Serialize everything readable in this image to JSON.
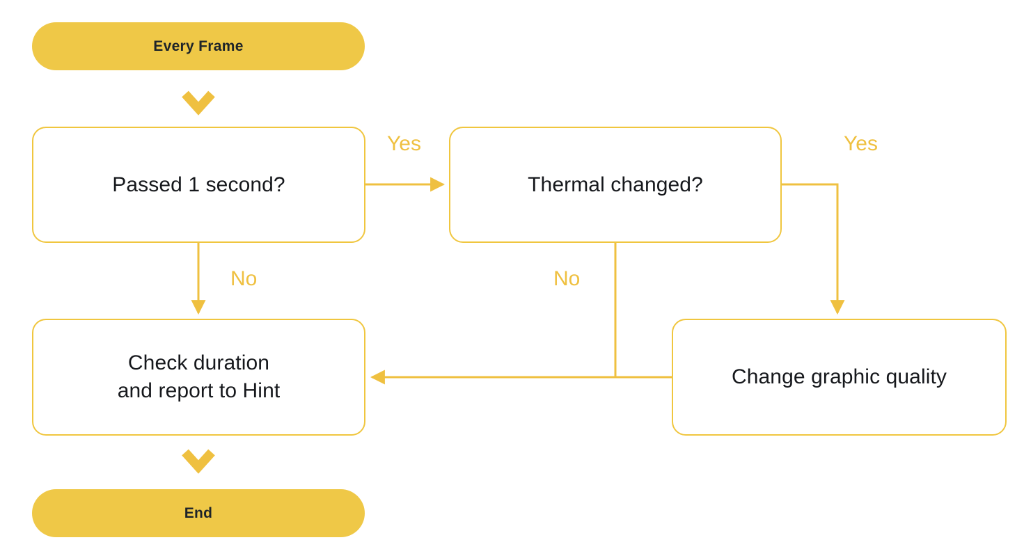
{
  "diagram": {
    "title": "Every Frame thermal-check flowchart",
    "colors": {
      "accent": "#EFC847",
      "border": "#F0C63F",
      "edge": "#EFC040",
      "text_dark": "#16181C",
      "background": "#FFFFFF"
    },
    "nodes": [
      {
        "id": "every-frame",
        "shape": "terminal",
        "label": "Every Frame"
      },
      {
        "id": "passed",
        "shape": "process",
        "label": "Passed 1 second?"
      },
      {
        "id": "thermal",
        "shape": "process",
        "label": "Thermal changed?"
      },
      {
        "id": "check",
        "shape": "process",
        "label_line1": "Check duration",
        "label_line2": "and report to Hint"
      },
      {
        "id": "change",
        "shape": "process",
        "label": "Change graphic quality"
      },
      {
        "id": "end",
        "shape": "terminal",
        "label": "End"
      }
    ],
    "edges": [
      {
        "id": "every-frame-to-passed",
        "from": "every-frame",
        "to": "passed",
        "label": "",
        "marker": "chevron"
      },
      {
        "id": "passed-yes",
        "from": "passed",
        "to": "thermal",
        "label": "Yes",
        "marker": "arrow"
      },
      {
        "id": "passed-no",
        "from": "passed",
        "to": "check",
        "label": "No",
        "marker": "arrow"
      },
      {
        "id": "thermal-yes",
        "from": "thermal",
        "to": "change",
        "label": "Yes",
        "marker": "arrow"
      },
      {
        "id": "thermal-no",
        "from": "thermal",
        "to": "check",
        "label": "No",
        "marker": "arrow"
      },
      {
        "id": "change-to-check",
        "from": "change",
        "to": "check",
        "label": "",
        "marker": "arrow"
      },
      {
        "id": "check-to-end",
        "from": "check",
        "to": "end",
        "label": "",
        "marker": "chevron"
      }
    ],
    "edge_labels": {
      "yes_1": "Yes",
      "yes_2": "Yes",
      "no_1": "No",
      "no_2": "No"
    }
  }
}
